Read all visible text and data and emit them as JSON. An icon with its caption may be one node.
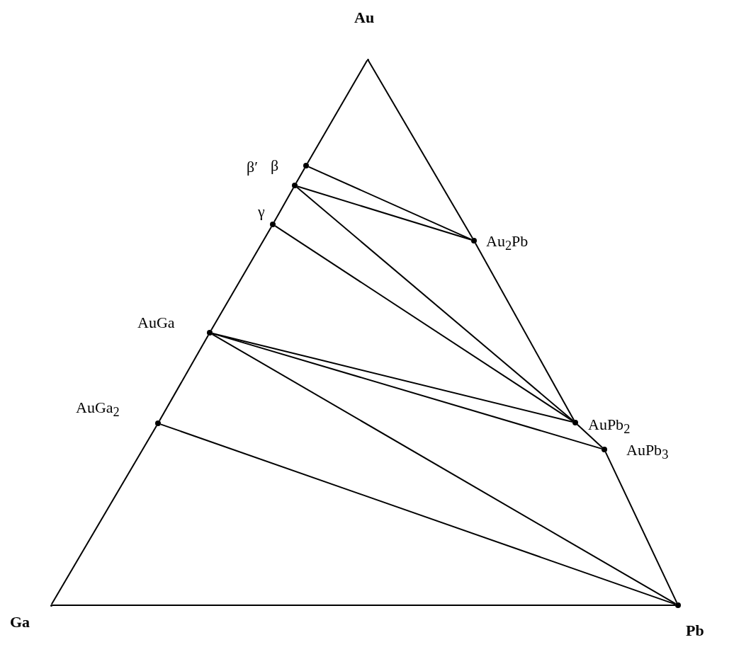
{
  "diagram": {
    "nodes": [
      {
        "text": [],
        "shape": "point",
        "beside": [
          "Au"
        ]
      },
      {
        "text": [],
        "shape": "circle",
        "beside": [
          "β"
        ]
      },
      {
        "text": [],
        "shape": "circle",
        "beside": [
          "β′"
        ]
      },
      {
        "text": [],
        "shape": "circle",
        "beside": [
          "γ"
        ]
      },
      {
        "text": [],
        "shape": "circle",
        "beside": [
          "Au$_{2}$Pb"
        ]
      },
      {
        "text": [],
        "shape": "circle",
        "beside": [
          "AuGa"
        ]
      },
      {
        "text": [],
        "shape": "circle",
        "beside": [
          "AuPb$_{2}$"
        ]
      },
      {
        "text": [],
        "shape": "circle",
        "beside": [
          "AuGa$_{2}$"
        ]
      },
      {
        "text": [],
        "shape": "circle",
        "beside": [
          "AuPb$_{3}$"
        ]
      },
      {
        "text": [],
        "shape": "point",
        "beside": [
          "Ga"
        ]
      },
      {
        "text": [],
        "shape": "circle",
        "beside": [
          "Pb"
        ]
      }
    ],
    "edges": [
      {
        "from": 0,
        "to": 1,
        "arrow": "none"
      },
      {
        "from": 1,
        "to": 2,
        "arrow": "none"
      },
      {
        "from": 2,
        "to": 3,
        "arrow": "none"
      },
      {
        "from": 3,
        "to": 5,
        "arrow": "none"
      },
      {
        "from": 5,
        "to": 7,
        "arrow": "none"
      },
      {
        "from": 7,
        "to": 9,
        "arrow": "none"
      },
      {
        "from": 0,
        "to": 4,
        "arrow": "none"
      },
      {
        "from": 4,
        "to": 6,
        "arrow": "none"
      },
      {
        "from": 6,
        "to": 8,
        "arrow": "none"
      },
      {
        "from": 8,
        "to": 10,
        "arrow": "none"
      },
      {
        "from": 9,
        "to": 10,
        "arrow": "none"
      },
      {
        "from": 1,
        "to": 4,
        "arrow": "none"
      },
      {
        "from": 2,
        "to": 4,
        "arrow": "none"
      },
      {
        "from": 2,
        "to": 6,
        "arrow": "none"
      },
      {
        "from": 3,
        "to": 6,
        "arrow": "none"
      },
      {
        "from": 5,
        "to": 6,
        "arrow": "none"
      },
      {
        "from": 5,
        "to": 8,
        "arrow": "none"
      },
      {
        "from": 5,
        "to": 10,
        "arrow": "none"
      },
      {
        "from": 7,
        "to": 10,
        "arrow": "none"
      }
    ]
  }
}
